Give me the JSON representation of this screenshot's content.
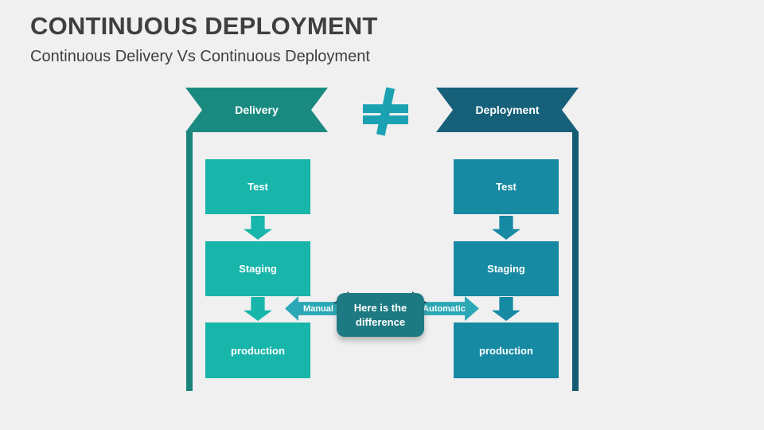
{
  "palette": {
    "background": "#F0F0F1",
    "title_text": "#3F3F3F",
    "delivery_accent": "#17B5AA",
    "delivery_banner": "#1A8A80",
    "deployment_accent": "#1689A3",
    "deployment_banner": "#16607A",
    "difference_box": "#1D7A82",
    "connector_arrow": "#2BA7B5",
    "not_equal_symbol_color": "#1BA2B2"
  },
  "header": {
    "title": "CONTINUOUS DEPLOYMENT",
    "subtitle": "Continuous Delivery Vs Continuous Deployment"
  },
  "diagram": {
    "not_equal_symbol": "≠",
    "delivery": {
      "banner_label": "Delivery",
      "steps": [
        "Test",
        "Staging",
        "production"
      ],
      "connector_label": "Manual"
    },
    "deployment": {
      "banner_label": "Deployment",
      "steps": [
        "Test",
        "Staging",
        "production"
      ],
      "connector_label": "Automatic"
    },
    "difference_label": "Here is the difference"
  }
}
